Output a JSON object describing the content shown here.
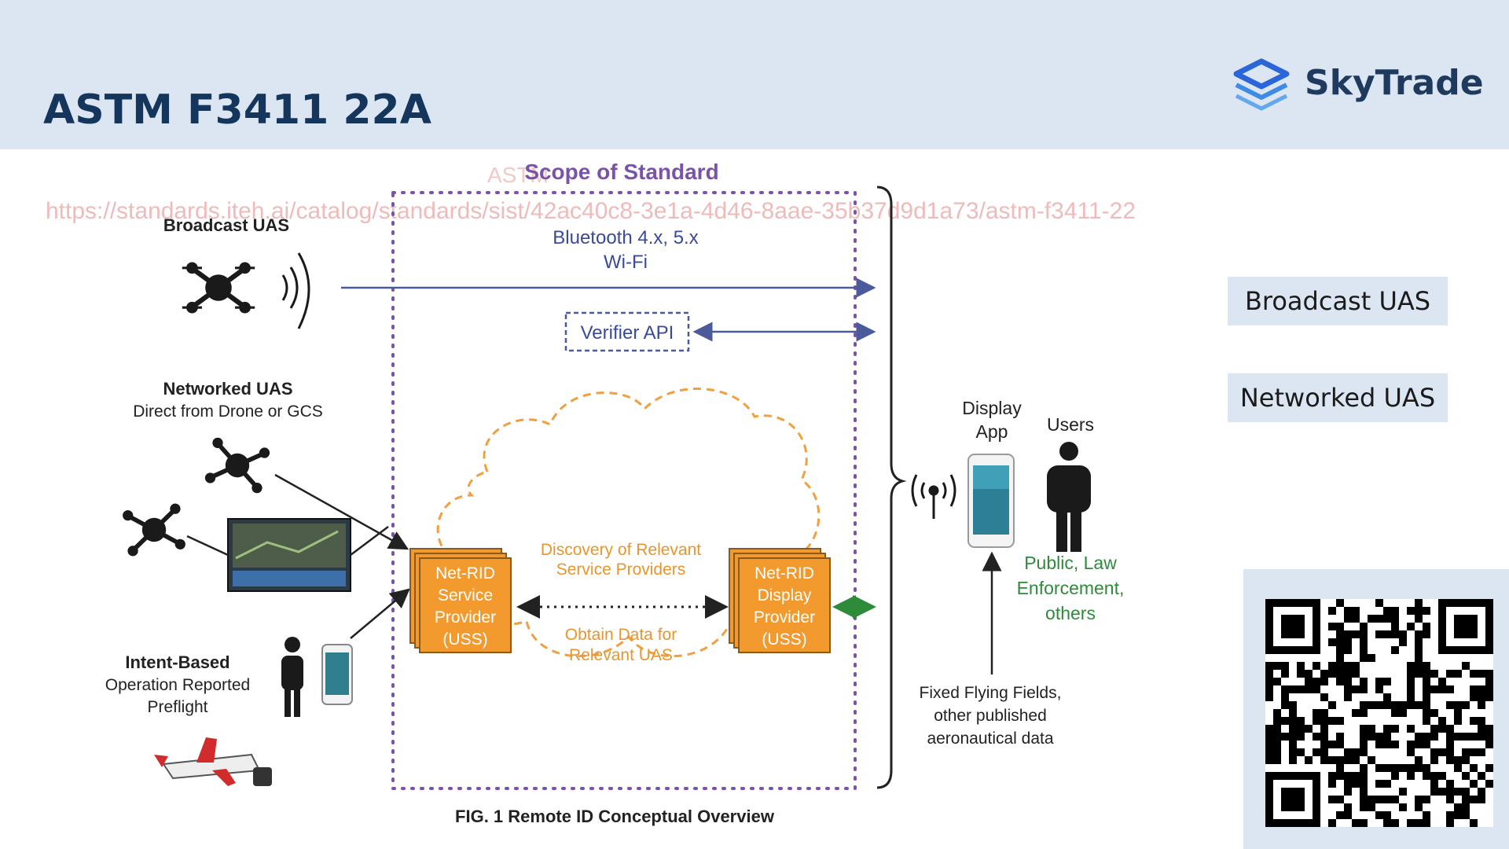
{
  "header": {
    "title": "ASTM F3411 22A"
  },
  "logo": {
    "name": "SkyTrade"
  },
  "side_buttons": {
    "broadcast": "Broadcast UAS",
    "networked": "Networked UAS"
  },
  "watermark": {
    "text": "https://standards.iteh.ai/catalog/standards/sist/42ac40c8-3e1a-4d46-8aae-35b37d9d1a73/astm-f3411-22",
    "faint": "ASTM"
  },
  "figure": {
    "scope_title": "Scope of Standard",
    "broadcast_label": "Broadcast UAS",
    "bluetooth": "Bluetooth 4.x, 5.x",
    "wifi": "Wi-Fi",
    "verifier_api": "Verifier API",
    "networked_title": "Networked UAS",
    "networked_sub": "Direct from Drone or GCS",
    "intent_title": "Intent-Based",
    "intent_line2": "Operation Reported",
    "intent_line3": "Preflight",
    "service_provider": [
      "Net-RID",
      "Service",
      "Provider",
      "(USS)"
    ],
    "display_provider": [
      "Net-RID",
      "Display",
      "Provider",
      "(USS)"
    ],
    "discovery": [
      "Discovery of Relevant",
      "Service Providers"
    ],
    "obtain": [
      "Obtain Data for",
      "Relevant UAS"
    ],
    "display_app": [
      "Display",
      "App"
    ],
    "users": "Users",
    "user_types": [
      "Public, Law",
      "Enforcement,",
      "others"
    ],
    "fixed_fields": [
      "Fixed Flying Fields,",
      "other published",
      "aeronautical data"
    ],
    "caption": "FIG. 1 Remote ID Conceptual Overview"
  },
  "colors": {
    "header_bg": "#dce6f2",
    "title": "#14365d",
    "scope_purple": "#7b52ab",
    "arrow_blue": "#4a5a9a",
    "orange": "#f29a2e",
    "green": "#2e8b3a",
    "watermark": "#e8a0a0"
  },
  "icons": [
    "drone-icon",
    "wave-icon",
    "ground-station-screen-icon",
    "person-icon",
    "phone-icon",
    "airplane-icon",
    "antenna-icon",
    "qr-code-icon"
  ]
}
